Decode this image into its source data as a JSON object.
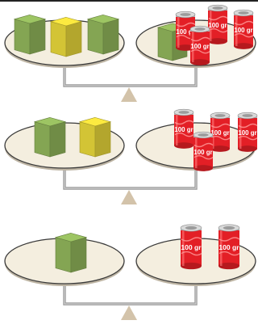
{
  "colors": {
    "plate_fill": "#f4eedf",
    "plate_edge": "#3a3a3a",
    "stand": "#d3c3aa",
    "beam": "#9a9a9a",
    "cube_green": "#8fb35a",
    "cube_yellow": "#e5d53a",
    "weight_red": "#e31f26",
    "top_rule": "#222222"
  },
  "weight_label": "100 gr",
  "scales": [
    {
      "left_items": [
        "green-cube",
        "yellow-cube",
        "green-cube"
      ],
      "right_items": [
        "green-cube",
        "weight",
        "weight",
        "weight",
        "weight"
      ]
    },
    {
      "left_items": [
        "green-cube",
        "yellow-cube"
      ],
      "right_items": [
        "weight",
        "weight",
        "weight",
        "weight"
      ]
    },
    {
      "left_items": [
        "green-cube"
      ],
      "right_items": [
        "weight",
        "weight"
      ]
    }
  ]
}
